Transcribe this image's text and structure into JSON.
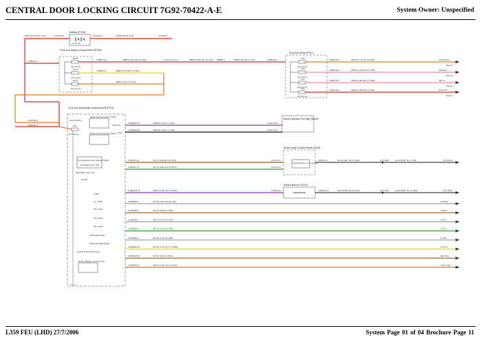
{
  "header": {
    "title": "CENTRAL DOOR LOCKING CIRCUIT 7G92-70422-A-E",
    "owner": "System Owner: Unspecified"
  },
  "footer": {
    "left": "L359 FEU (LHD) 27/7/2006",
    "right": "System Page 01 of 04    Brochure Page 11"
  },
  "components": {
    "battery": "Battery (P100)",
    "battery_sub": "12.5 Volt",
    "fusebox_engine": "Fuse box-engine compartment (P108)",
    "fusebox_rear": "Fuse box-Rear (P107)",
    "fusebox_passenger": "Fuse box-passenger compartment (P101)",
    "motor_release": "Motor-Release-Fuel flap (M118)",
    "switch_pack": "Switch pack-Centre fascia (S425)",
    "switch_master": "Switch-Master Lock (S110)",
    "switch_bonnet": "Switch-Bonnet (S224)",
    "kl30_supply": "KL30 SUPPLY",
    "relay_unlock_1": "Relay-Fuse Services (K201)",
    "relay_unlock_2": "Relay-Fuse Services (K202)",
    "relay_tailgate": "Relay-Tailgate unlock (K274)",
    "central_module": "Central Electronics Module (CEM)",
    "unlock": "UNLOCK",
    "lock": "LOCK"
  },
  "fuses": {
    "ef15": "EF15",
    "ef15_rating": "30.0 Amps",
    "ef16": "EF16",
    "ef16_rating": "30.0 Amps",
    "ef17": "EF17",
    "ef17_rating": "30.0 Amps",
    "fs2": "FS2",
    "fs2_rating": "20.0 Amps",
    "fs3": "FS3",
    "fs3_rating": "20.0 Amps",
    "fs4": "FS4",
    "fs4_rating": "20.0 Amps",
    "fs1": "FS1",
    "fs1_rating": "20.0 Amps",
    "f25": "F25",
    "f25_rating": "20.0 Amps"
  },
  "inputs": {
    "master": "MASTER LOCK SW",
    "kl15": "KL15A",
    "ajar": "AJAR",
    "fl": "FL_AJAR",
    "fr": "FR_AJAR",
    "rl": "RL_AJAR",
    "rr": "RR_AJAR",
    "tail_ajar": "TAILGATE AJAR",
    "tail_release": "TAILGATE RELEASE",
    "door_lock": "DOOR LOCK TAILGATE"
  },
  "wires": {
    "bat1": "SOG33-A RD 25 0.000",
    "bat2": "C10C028-1",
    "bat3": "C9C1460-1",
    "bat4": "0D338 RD 25 0.235",
    "bat5": "C9C028-1",
    "eng1": "C38BC01-1",
    "eng2": "C38BC04-1",
    "eng3": "C38BC01-1",
    "w_ef15": "SBB70 A BK RD 4.0 1900",
    "w_ef16": "SBB70 B YE RD 4.0 2100",
    "w_ef17": "SBB71 A RD 2.5 2100",
    "mid1": "C1C0 2 C1C0 1",
    "mid2": "SBB70 B BU RD 4.0 2310",
    "mid3": "SBB50 A",
    "mid4": "SBB70 BU RD 4.0 300",
    "mid5": "C48RC03-1",
    "r_fs2": "C48RC03-3",
    "r_fs2w": "CBP40 A YE RD 2.5 4300",
    "r_fs4": "C48RC04-4",
    "r_fs4w": "CBP41 A OG RD 2.5 4300",
    "r_fs3": "C48RC04-7",
    "r_fs3w": "CBP42 A BU RD 2.5 4300",
    "r_fs1": "C48RC04-3",
    "r_fs1w": "CBP43 A BN RD 2.5 4300",
    "pc1": "C1BP023-2",
    "pc2": "C1BP023-1",
    "unl_w": "CBPD41 A GN 1.0 4810",
    "lock_w": "CBPD41 B BK 1.0 4810",
    "unl_c": "C1BP028-07",
    "lock_c": "C1BP028-06",
    "c4f1": "C4F2 04A-1",
    "c4f2": "C4F2 04A-1",
    "sw_c1": "C1BP0C-12",
    "sw_c2": "C1BP0C-14",
    "sw_w1": "CPL13 A BN BU 0.5 1070",
    "sw_w2": "CPL13 A BN OG 0.5 1070",
    "sw_p1": "C2PL13-9",
    "sw_p2": "C2PL13-8",
    "sw_out": "C2PL13-3",
    "sw_out_w": "GD13 A BK YE 0.5 1280",
    "sw_gnd1": "ST0 1048",
    "sw_gnd2": "GD13 B BK YE 1.0 280",
    "sw_end": "ST0 G48-1",
    "bn_c": "C1BP0C9-22",
    "bn_w": "CBP25 A BK OG 0.5 2700",
    "bn_sw": "C3R0119-1",
    "bn_sw2": "C3R0119-2",
    "bn_gnd": "GD13 B BK YE 0.5 2110",
    "bn_gnd2": "ST0 1053",
    "bn_gnd3": "GD13 B BK YE 1.0 1280",
    "bn_end": "ST0 1053"
  },
  "harness": [
    {
      "conn": "C1BP028-3",
      "wire": "CPL20 A BK OG 0.5 2110",
      "dest": "ALTNAV"
    },
    {
      "conn": "C1BP028-6",
      "wire": "CPL21 A BN 0.5 4250",
      "dest": "AJ DR"
    },
    {
      "conn": "C1BP028-7",
      "wire": "CPL22 A GN 0.5 4050",
      "dest": "AJ PS"
    },
    {
      "conn": "C1BP028-8",
      "wire": "CPL23 A GN 0.5 4200",
      "dest": "AJ LR"
    },
    {
      "conn": "C1BP028-9",
      "wire": "CPL24 A YE 0.5 4450",
      "dest": "AJ RR"
    },
    {
      "conn": "C1BP028-10",
      "wire": "CPL40 A YE OG 0.75 5980",
      "dest": "AJ TAIL"
    },
    {
      "conn": "C1BP028-15",
      "wire": "CPL41 A BN 0.5 6910",
      "dest": "REL TAIL"
    },
    {
      "conn": "C1BP028-11",
      "wire": "CBP28 A GN OG 0.5 6840",
      "dest": "LOCK TAIL"
    }
  ],
  "right_labels": {
    "r1": "PCM PASS",
    "r1b": "Sheet2",
    "r2": "RR PSH",
    "r2b": "Sheet2",
    "r3": "RR LH",
    "r3b": "Sheet2",
    "r4": "PCM DR",
    "r4b": "Sheet2"
  },
  "colors": {
    "red": "#d8281f",
    "orange": "#e07a1a",
    "brown": "#8a5a2b",
    "purple": "#8a3b9a",
    "green": "#2e9c3a",
    "yellow": "#e9d21a",
    "grey": "#9a9a9a",
    "black": "#111111",
    "blue": "#3b73c9",
    "pink": "#e88a9a"
  }
}
